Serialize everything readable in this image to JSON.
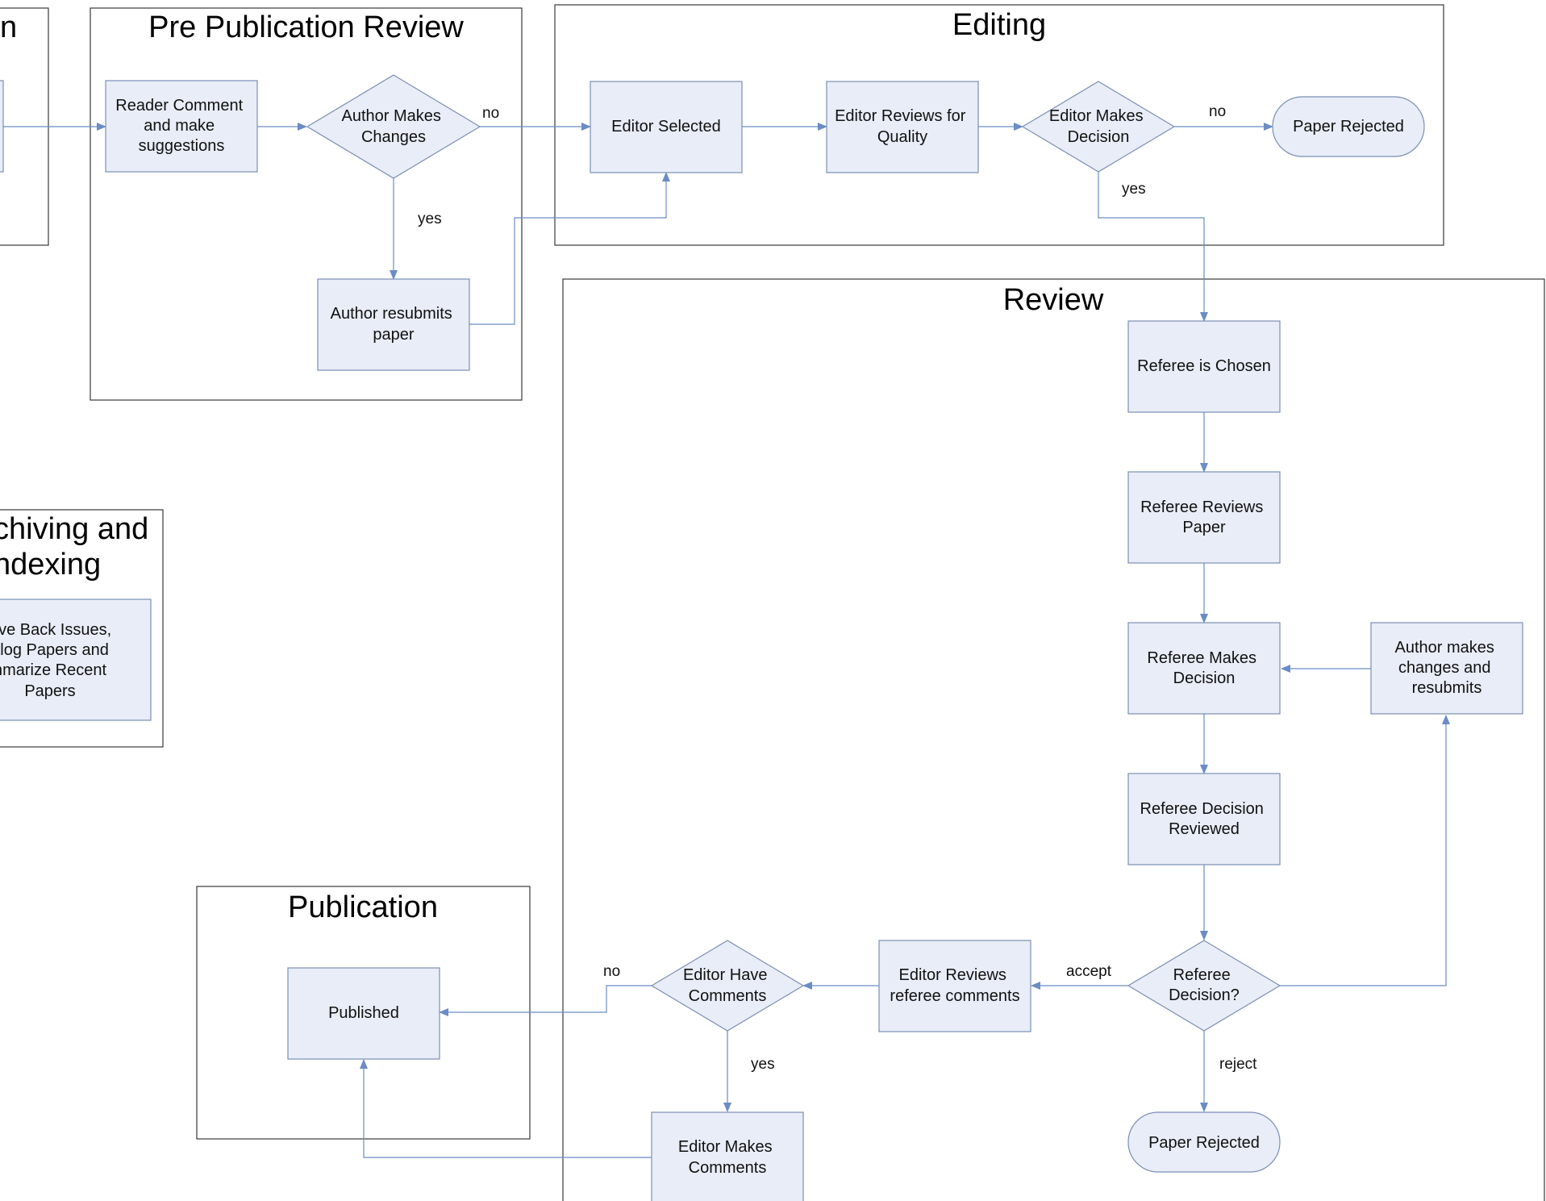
{
  "colors": {
    "node_fill": "#e8edf7",
    "node_stroke": "#7b8fb3",
    "connector": "#6b8cc4",
    "frame_stroke": "#3a3a3a",
    "background": "#ffffff"
  },
  "frames": {
    "submission_title": "n",
    "pre_publication_title": "Pre Publication Review",
    "editing_title": "Editing",
    "review_title": "Review",
    "archiving_title_line1": "chiving and",
    "archiving_title_line2": "ndexing",
    "publication_title": "Publication"
  },
  "nodes": {
    "reader_comment": [
      "Reader Comment",
      "and make",
      "suggestions"
    ],
    "author_makes_changes": [
      "Author Makes",
      "Changes"
    ],
    "author_resubmits_paper": [
      "Author resubmits",
      "paper"
    ],
    "editor_selected": [
      "Editor Selected"
    ],
    "editor_reviews_quality": [
      "Editor Reviews for",
      "Quality"
    ],
    "editor_makes_decision": [
      "Editor Makes",
      "Decision"
    ],
    "paper_rejected_editing": [
      "Paper Rejected"
    ],
    "referee_chosen": [
      "Referee is Chosen"
    ],
    "referee_reviews_paper": [
      "Referee Reviews",
      "Paper"
    ],
    "referee_makes_decision": [
      "Referee Makes",
      "Decision"
    ],
    "author_makes_changes_resubmits": [
      "Author makes",
      "changes and",
      "resubmits"
    ],
    "referee_decision_reviewed": [
      "Referee Decision",
      "Reviewed"
    ],
    "referee_decision": [
      "Referee",
      "Decision?"
    ],
    "paper_rejected_review": [
      "Paper Rejected"
    ],
    "editor_reviews_referee_comments": [
      "Editor Reviews",
      "referee comments"
    ],
    "editor_have_comments": [
      "Editor Have",
      "Comments"
    ],
    "editor_makes_comments": [
      "Editor Makes",
      "Comments"
    ],
    "published": [
      "Published"
    ],
    "serve_back_issues": [
      "erve Back Issues,",
      "talog Papers and",
      "mmarize Recent",
      "Papers"
    ]
  },
  "edge_labels": {
    "author_changes_no": "no",
    "author_changes_yes": "yes",
    "editor_decision_no": "no",
    "editor_decision_yes": "yes",
    "referee_accept": "accept",
    "referee_reject": "reject",
    "editor_comments_no": "no",
    "editor_comments_yes": "yes"
  }
}
